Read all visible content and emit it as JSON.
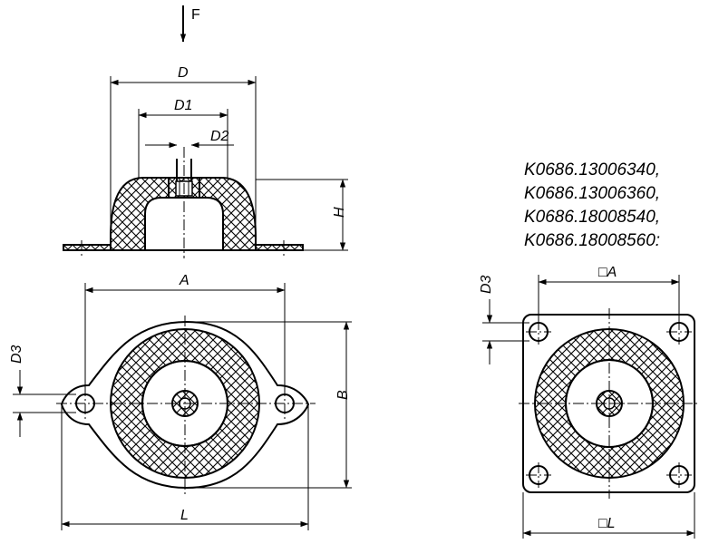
{
  "labels": {
    "force": "F",
    "d": "D",
    "d1": "D1",
    "d2": "D2",
    "h": "H",
    "a": "A",
    "b": "B",
    "d3_left": "D3",
    "l": "L",
    "d3_right": "D3",
    "a_square": "□A",
    "l_square": "□L"
  },
  "part_numbers": [
    "K0686.13006340,",
    "K0686.13006360,",
    "K0686.18008540,",
    "K0686.18008560:"
  ]
}
